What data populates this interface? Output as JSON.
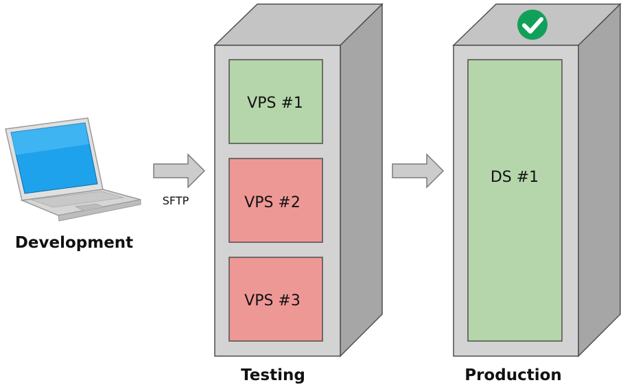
{
  "colors": {
    "server_front": "#d3d3d3",
    "server_top": "#c4c4c4",
    "server_side": "#a6a6a6",
    "outline": "#4d4d4d",
    "vm_ok": "#b5d6aa",
    "vm_bad": "#ee9896",
    "arrow": "#cccccc",
    "check_badge": "#11a05a"
  },
  "development": {
    "icon": "laptop-icon",
    "label": "Development"
  },
  "transfer": {
    "icon": "right-arrow-icon",
    "label": "SFTP"
  },
  "testing": {
    "label": "Testing",
    "vms": [
      {
        "label": "VPS #1",
        "status": "ok"
      },
      {
        "label": "VPS #2",
        "status": "bad"
      },
      {
        "label": "VPS #3",
        "status": "bad"
      }
    ]
  },
  "promote": {
    "icon": "right-arrow-icon"
  },
  "production": {
    "label": "Production",
    "badge_icon": "check-circle-icon",
    "vms": [
      {
        "label": "DS #1",
        "status": "ok"
      }
    ]
  }
}
